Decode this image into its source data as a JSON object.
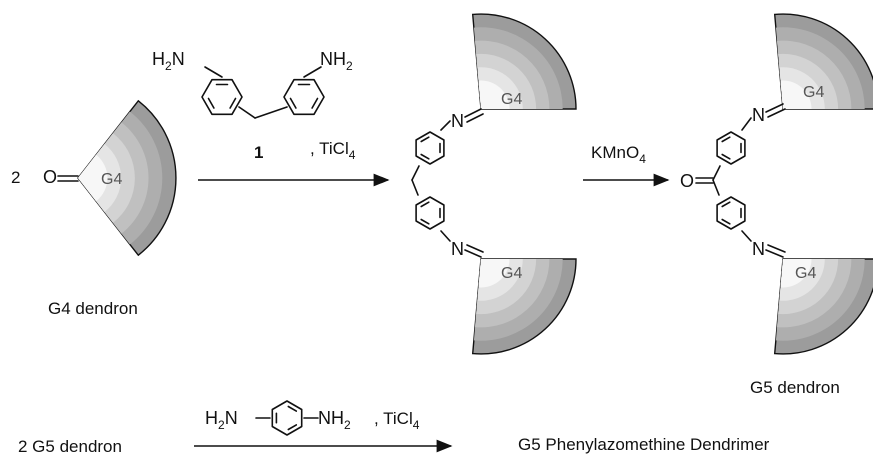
{
  "reactions": {
    "step1": {
      "stoich": "2",
      "carbonyl_atom": "O",
      "dendron_gen": "G4",
      "reactant_label": "G4 dendron",
      "reagent": {
        "amine_left": "H",
        "amine_left_sub": "2",
        "amine_left_N": "N",
        "amine_right_N": "NH",
        "amine_right_sub": "2",
        "compound_number": "1",
        "catalyst_main": ", TiCl",
        "catalyst_sub": "4"
      },
      "product": {
        "imine_N_top": "N",
        "imine_N_bottom": "N",
        "dendron_top": "G4",
        "dendron_bottom": "G4"
      }
    },
    "step2": {
      "oxidant_main": "KMnO",
      "oxidant_sub": "4",
      "product": {
        "carbonyl_atom": "O",
        "imine_N_top": "N",
        "imine_N_bottom": "N",
        "dendron_top": "G4",
        "dendron_bottom": "G4",
        "label": "G5 dendron"
      }
    },
    "step3": {
      "reactant": "2 G5 dendron",
      "reagent": {
        "left": "H",
        "left_sub": "2",
        "left_N": "N",
        "right_N": "NH",
        "right_sub": "2",
        "catalyst_main": ", TiCl",
        "catalyst_sub": "4"
      },
      "product": "G5 Phenylazomethine Dendrimer"
    }
  },
  "colors": {
    "ink": "#111111",
    "dendron_outer": "#9c9c9c",
    "dendron_inner": "#f7f7f7"
  }
}
